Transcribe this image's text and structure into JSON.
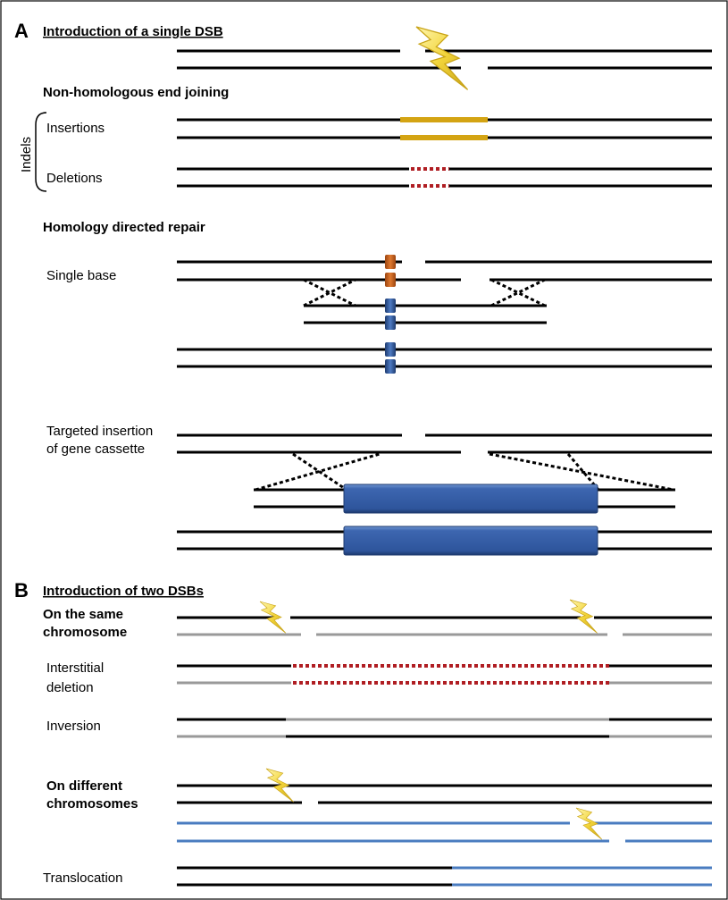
{
  "panel_a": {
    "letter": "A",
    "title": "Introduction of a single DSB",
    "nhej_heading": "Non-homologous end joining",
    "indels_label": "Indels",
    "insertions_label": "Insertions",
    "deletions_label": "Deletions",
    "hdr_heading": "Homology directed repair",
    "single_base_label": "Single base",
    "targeted_insertion_line1": "Targeted insertion",
    "targeted_insertion_line2": "of gene cassette"
  },
  "panel_b": {
    "letter": "B",
    "title": "Introduction of two DSBs",
    "same_chrom_line1": "On the same",
    "same_chrom_line2": "chromosome",
    "interstitial_line1": "Interstitial",
    "interstitial_line2": "deletion",
    "inversion_label": "Inversion",
    "diff_chrom_line1": "On different",
    "diff_chrom_line2": "chromosomes",
    "translocation_label": "Translocation"
  },
  "colors": {
    "strand": "#000000",
    "second_chromosome_gray": "#999999",
    "other_chromosome_blue": "#4a7cc0",
    "insertion_yellow": "#d4a413",
    "deletion_red": "#b01e23",
    "mutant_base_orange": "#c8601c",
    "donor_blue": "#2f5597",
    "lightning": "#f2d43a"
  },
  "icons": [
    "lightning-bolt-icon"
  ]
}
